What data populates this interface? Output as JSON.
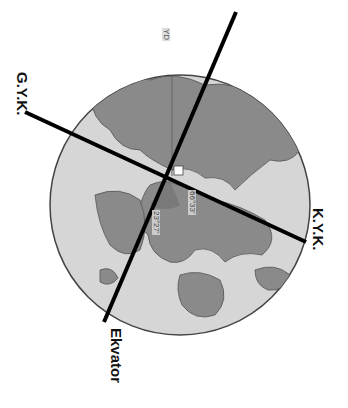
{
  "diagram": {
    "labels": [
      "G.Y.K.",
      "K.Y.K.",
      "Ekvator",
      "YD",
      "66°33'",
      "23°27'"
    ]
  }
}
